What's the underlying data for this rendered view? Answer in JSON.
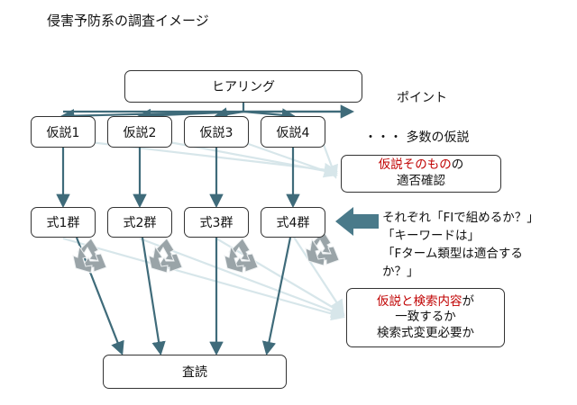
{
  "title": "侵害予防系の調査イメージ",
  "top_box": "ヒアリング",
  "point_label": "ポイント",
  "many_hypotheses": "・・・ 多数の仮説",
  "hypotheses": [
    "仮説1",
    "仮説2",
    "仮説3",
    "仮説4"
  ],
  "groups": [
    "式1群",
    "式2群",
    "式3群",
    "式4群"
  ],
  "bottom_box": "査読",
  "check_box": {
    "red": "仮説そのもの",
    "black": "の",
    "line2": "適否確認"
  },
  "questions": [
    "それぞれ「FIで組めるか？」",
    "「キーワードは」",
    "「Fターム類型は適合する",
    "か？」"
  ],
  "match_box": {
    "red": "仮説と検索内容",
    "black": "が",
    "line2": "一致するか",
    "line3": "検索式変更必要か"
  },
  "colors": {
    "arrow": "#3f6b7a",
    "faint": "#d7e6ea",
    "recycle": "#9aa4a8",
    "red_text": "#c00000"
  }
}
